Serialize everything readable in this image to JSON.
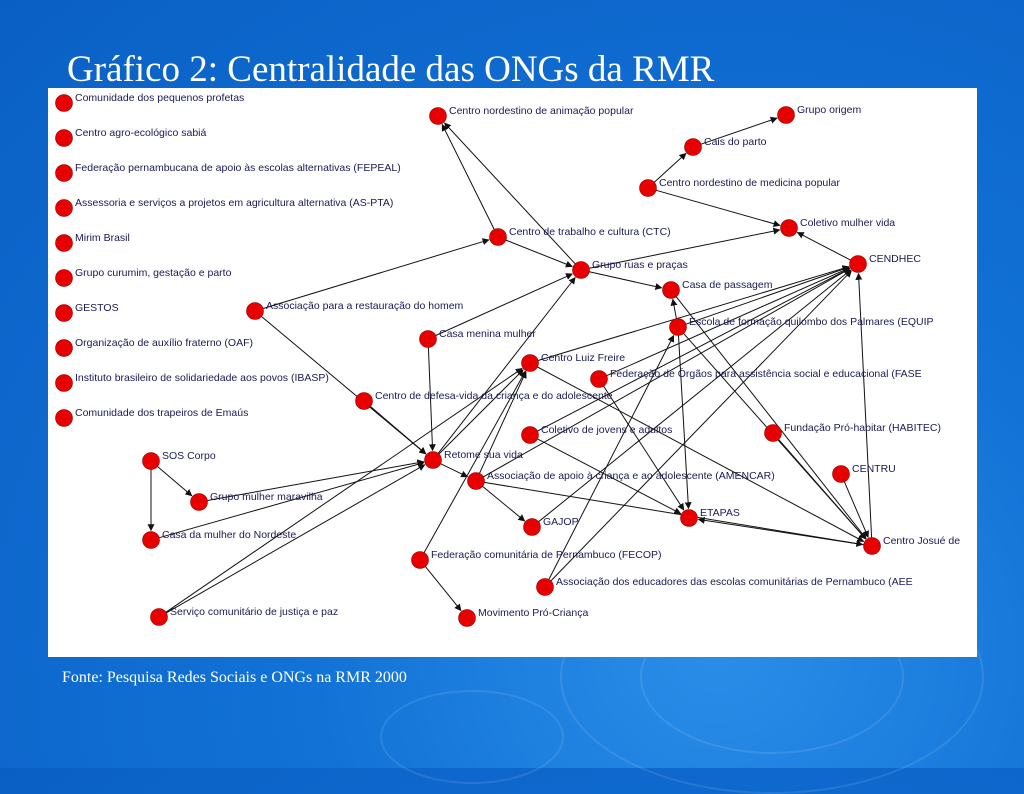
{
  "slide": {
    "title": "Gráfico 2: Centralidade das ONGs da RMR",
    "source": "Fonte: Pesquisa Redes Sociais e ONGs na RMR 2000"
  },
  "colors": {
    "background": "#0a66cc",
    "node": "#e80000",
    "edge": "#111111",
    "label": "#1a1a55"
  },
  "nodes": [
    {
      "id": "n1",
      "label": "Comunidade dos pequenos profetas"
    },
    {
      "id": "n2",
      "label": "Centro agro-ecológico sabiá"
    },
    {
      "id": "n3",
      "label": "Federação pernambucana de apoio às escolas alternativas (FEPEAL)"
    },
    {
      "id": "n4",
      "label": "Assessoria e serviços a projetos em agricultura alternativa (AS-PTA)"
    },
    {
      "id": "n5",
      "label": "Mirim Brasil"
    },
    {
      "id": "n6",
      "label": "Grupo curumim, gestação e parto"
    },
    {
      "id": "n7",
      "label": "GESTOS"
    },
    {
      "id": "n8",
      "label": "Organização de auxílio fraterno (OAF)"
    },
    {
      "id": "n9",
      "label": "Instituto brasileiro de solidariedade aos povos (IBASP)"
    },
    {
      "id": "n10",
      "label": "Comunidade dos trapeiros de Emaús"
    },
    {
      "id": "cnap",
      "label": "Centro nordestino de animação popular"
    },
    {
      "id": "origem",
      "label": "Grupo origem"
    },
    {
      "id": "cais",
      "label": "Cais do parto"
    },
    {
      "id": "cnmp",
      "label": "Centro nordestino de medicina popular"
    },
    {
      "id": "cmv",
      "label": "Coletivo mulher vida"
    },
    {
      "id": "ctc",
      "label": "Centro de trabalho e cultura (CTC)"
    },
    {
      "id": "cendhec",
      "label": "CENDHEC"
    },
    {
      "id": "gruas",
      "label": "Grupo ruas e praças"
    },
    {
      "id": "casap",
      "label": "Casa de passagem"
    },
    {
      "id": "arh",
      "label": "Associação para a restauração do homem"
    },
    {
      "id": "equip",
      "label": "Escola de formação quilombo dos Palmares (EQUIP"
    },
    {
      "id": "cmm",
      "label": "Casa menina mulher"
    },
    {
      "id": "clf",
      "label": "Centro Luiz Freire"
    },
    {
      "id": "fase",
      "label": "Federação de Órgãos para assistência social e educacional (FASE"
    },
    {
      "id": "cdvca",
      "label": "Centro de defesa-vida da criança e do adolescente"
    },
    {
      "id": "habitec",
      "label": "Fundação Pró-habitar (HABITEC)"
    },
    {
      "id": "cja",
      "label": "Coletivo de jovens e adultos"
    },
    {
      "id": "sos",
      "label": "SOS Corpo"
    },
    {
      "id": "retome",
      "label": "Retome sua vida"
    },
    {
      "id": "centru",
      "label": "CENTRU"
    },
    {
      "id": "amencar",
      "label": "Associação de apoio à criança e ao adolescente (AMENCAR)"
    },
    {
      "id": "gmm",
      "label": "Grupo mulher maravilha"
    },
    {
      "id": "etapas",
      "label": "ETAPAS"
    },
    {
      "id": "gajop",
      "label": "GAJOP"
    },
    {
      "id": "cjd",
      "label": "Centro Josué de"
    },
    {
      "id": "cmn",
      "label": "Casa da mulher do Nordeste"
    },
    {
      "id": "fecop",
      "label": "Federação comunitária de Pernambuco (FECOP)"
    },
    {
      "id": "aee",
      "label": "Associação dos educadores das escolas comunitárias de Pernambuco (AEE"
    },
    {
      "id": "scjp",
      "label": "Serviço comunitário de justiça e paz"
    },
    {
      "id": "mpc",
      "label": "Movimento Pró-Criança"
    }
  ],
  "edges": [
    [
      "ctc",
      "cnap"
    ],
    [
      "gruas",
      "cnap"
    ],
    [
      "ctc",
      "gruas"
    ],
    [
      "cnmp",
      "cais"
    ],
    [
      "cais",
      "origem"
    ],
    [
      "cnmp",
      "cmv"
    ],
    [
      "gruas",
      "cmv"
    ],
    [
      "cendhec",
      "cmv"
    ],
    [
      "arh",
      "ctc"
    ],
    [
      "arh",
      "retome"
    ],
    [
      "cmm",
      "gruas"
    ],
    [
      "cmm",
      "retome"
    ],
    [
      "gruas",
      "casap"
    ],
    [
      "equip",
      "casap"
    ],
    [
      "equip",
      "etapas"
    ],
    [
      "clf",
      "cendhec"
    ],
    [
      "equip",
      "cendhec"
    ],
    [
      "fase",
      "cendhec"
    ],
    [
      "cja",
      "cendhec"
    ],
    [
      "amencar",
      "cendhec"
    ],
    [
      "gajop",
      "cendhec"
    ],
    [
      "cjd",
      "cendhec"
    ],
    [
      "aee",
      "cendhec"
    ],
    [
      "equip",
      "cjd"
    ],
    [
      "cdvca",
      "retome"
    ],
    [
      "retome",
      "gruas"
    ],
    [
      "retome",
      "clf"
    ],
    [
      "scjp",
      "clf"
    ],
    [
      "scjp",
      "retome"
    ],
    [
      "clf",
      "cjd"
    ],
    [
      "fase",
      "etapas"
    ],
    [
      "cja",
      "etapas"
    ],
    [
      "cjd",
      "etapas"
    ],
    [
      "centru",
      "cjd"
    ],
    [
      "habitec",
      "cjd"
    ],
    [
      "casap",
      "cjd"
    ],
    [
      "amencar",
      "cjd"
    ],
    [
      "retome",
      "amencar"
    ],
    [
      "amencar",
      "gajop"
    ],
    [
      "amencar",
      "clf"
    ],
    [
      "fecop",
      "clf"
    ],
    [
      "fecop",
      "mpc"
    ],
    [
      "sos",
      "gmm"
    ],
    [
      "sos",
      "cmn"
    ],
    [
      "gmm",
      "retome"
    ],
    [
      "cmn",
      "retome"
    ],
    [
      "aee",
      "equip"
    ]
  ]
}
